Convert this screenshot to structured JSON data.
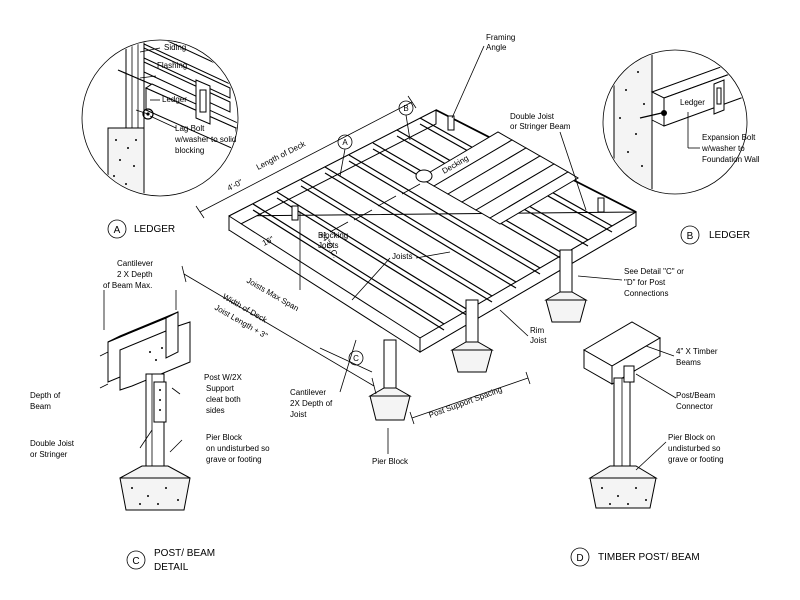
{
  "details": {
    "A": {
      "letter": "A",
      "caption": "LEDGER",
      "labels": {
        "siding": "Siding",
        "flashing": "Flashing",
        "ledger": "Ledger",
        "lag_bolt_1": "Lag Bolt",
        "lag_bolt_2": "w/washer to solid",
        "lag_bolt_3": "blocking"
      }
    },
    "B": {
      "letter": "B",
      "caption": "LEDGER",
      "labels": {
        "ledger": "Ledger",
        "expansion_1": "Expansion Bolt",
        "expansion_2": "w/washer to",
        "expansion_3": "Foundation Wall"
      }
    },
    "C": {
      "letter": "C",
      "caption_1": "POST/ BEAM",
      "caption_2": "DETAIL",
      "labels": {
        "cantilever_1": "Cantilever",
        "cantilever_2": "2 X Depth",
        "cantilever_3": "of Beam Max.",
        "depth_1": "Depth of",
        "depth_2": "Beam",
        "post_1": "Post W/2X",
        "post_2": "Support",
        "post_3": "cleat both",
        "post_4": "sides",
        "double_1": "Double Joist",
        "double_2": "or Stringer",
        "pier_1": "Pier Block",
        "pier_2": "on undisturbed so",
        "pier_3": "grave or footing"
      }
    },
    "D": {
      "letter": "D",
      "caption": "TIMBER POST/ BEAM",
      "labels": {
        "timber_1": "4\" X Timber",
        "timber_2": "Beams",
        "conn_1": "Post/Beam",
        "conn_2": "Connector",
        "pier_1": "Pier Block on",
        "pier_2": "undisturbed so",
        "pier_3": "grave or footing"
      }
    }
  },
  "main": {
    "framing_angle_1": "Framing",
    "framing_angle_2": "Angle",
    "double_joist_1": "Double Joist",
    "double_joist_2": "or Stringer Beam",
    "decking": "Decking",
    "length_of_deck": "Length of Deck",
    "dim_4ft": "4'-0\"",
    "dim_16in": "16\"",
    "dim_24in": "24\"O.C.",
    "blocking_1": "Blocking",
    "blocking_2": "Joists",
    "joists": "Joists",
    "joists_max_span": "Joists Max Span",
    "width_of_deck": "Width of Deck",
    "joist_length": "Joist Length + 3\"",
    "see_detail_1": "See Detail \"C\" or",
    "see_detail_2": "\"D\" for Post",
    "see_detail_3": "Connections",
    "rim_joist_1": "Rim",
    "rim_joist_2": "Joist",
    "cantilever_1": "Cantilever",
    "cantilever_2": "2X Depth of",
    "cantilever_3": "Joist",
    "post_support_spacing": "Post Support Spacing",
    "pier_block": "Pier Block",
    "callout_A": "A",
    "callout_B": "B",
    "callout_C": "C"
  }
}
